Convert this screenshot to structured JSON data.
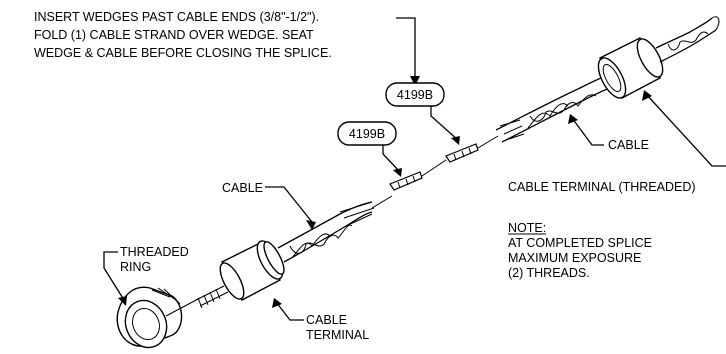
{
  "instruction": {
    "line1": "INSERT WEDGES PAST CABLE ENDS (3/8\"-1/2\").",
    "line2": "FOLD (1) CABLE STRAND OVER WEDGE. SEAT",
    "line3": "WEDGE & CABLE BEFORE CLOSING THE SPLICE."
  },
  "callouts": {
    "wedge_upper": "4199B",
    "wedge_lower": "4199B"
  },
  "labels": {
    "cable_left": "CABLE",
    "cable_right": "CABLE",
    "terminal_threaded": "CABLE TERMINAL (THREADED)",
    "threaded_ring_1": "THREADED",
    "threaded_ring_2": "RING",
    "cable_terminal_1": "CABLE",
    "cable_terminal_2": "TERMINAL"
  },
  "note": {
    "heading": "NOTE:",
    "line1": "AT COMPLETED SPLICE",
    "line2": "MAXIMUM EXPOSURE",
    "line3": "(2) THREADS."
  }
}
